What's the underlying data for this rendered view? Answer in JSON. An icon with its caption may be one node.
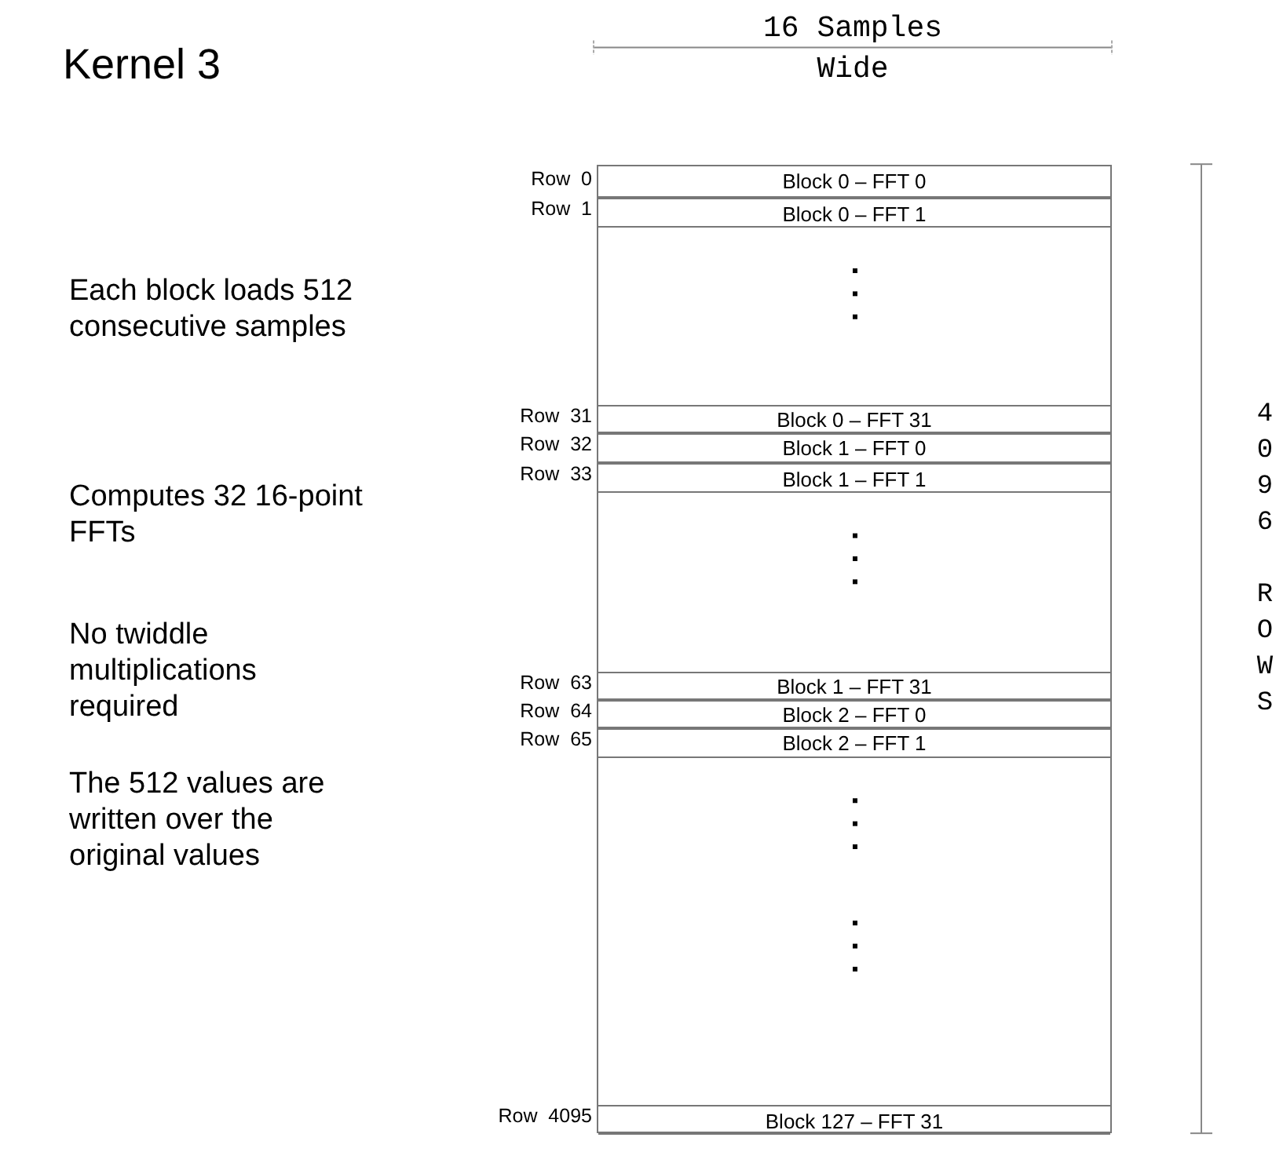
{
  "diagram": {
    "title": "Kernel 3",
    "nodes": [
      {
        "text": [],
        "shape": "box"
      },
      {
        "text": [
          "Block 0 – FFT 0"
        ],
        "beside": [
          "Row  0"
        ],
        "in": 0
      },
      {
        "text": [
          "Block 0 – FFT 1"
        ],
        "beside": [
          "Row  1"
        ],
        "in": 0
      },
      {
        "text": [
          "Block 0 – FFT 31"
        ],
        "beside": [
          "Row  31"
        ],
        "in": 0
      },
      {
        "text": [
          "Block 1 – FFT 0"
        ],
        "beside": [
          "Row  32"
        ],
        "in": 0
      },
      {
        "text": [
          "Block 1 – FFT 1"
        ],
        "beside": [
          "Row  33"
        ],
        "in": 0
      },
      {
        "text": [
          "Block 1 – FFT 31"
        ],
        "beside": [
          "Row  63"
        ],
        "in": 0
      },
      {
        "text": [
          "Block 2 – FFT 0"
        ],
        "beside": [
          "Row  64"
        ],
        "in": 0
      },
      {
        "text": [
          "Block 2 – FFT 1"
        ],
        "beside": [
          "Row  65"
        ],
        "in": 0
      },
      {
        "text": [
          "Block 127 – FFT 31"
        ],
        "beside": [
          "Row  4095"
        ],
        "in": 0
      }
    ],
    "edges": [],
    "labels": [
      "16 Samples Wide",
      "4096 ROWS",
      "Each block loads 512 consecutive samples",
      "Computes 32 16-point FFTs",
      "No twiddle multiplications required",
      "The 512 values are written over the original values"
    ]
  }
}
